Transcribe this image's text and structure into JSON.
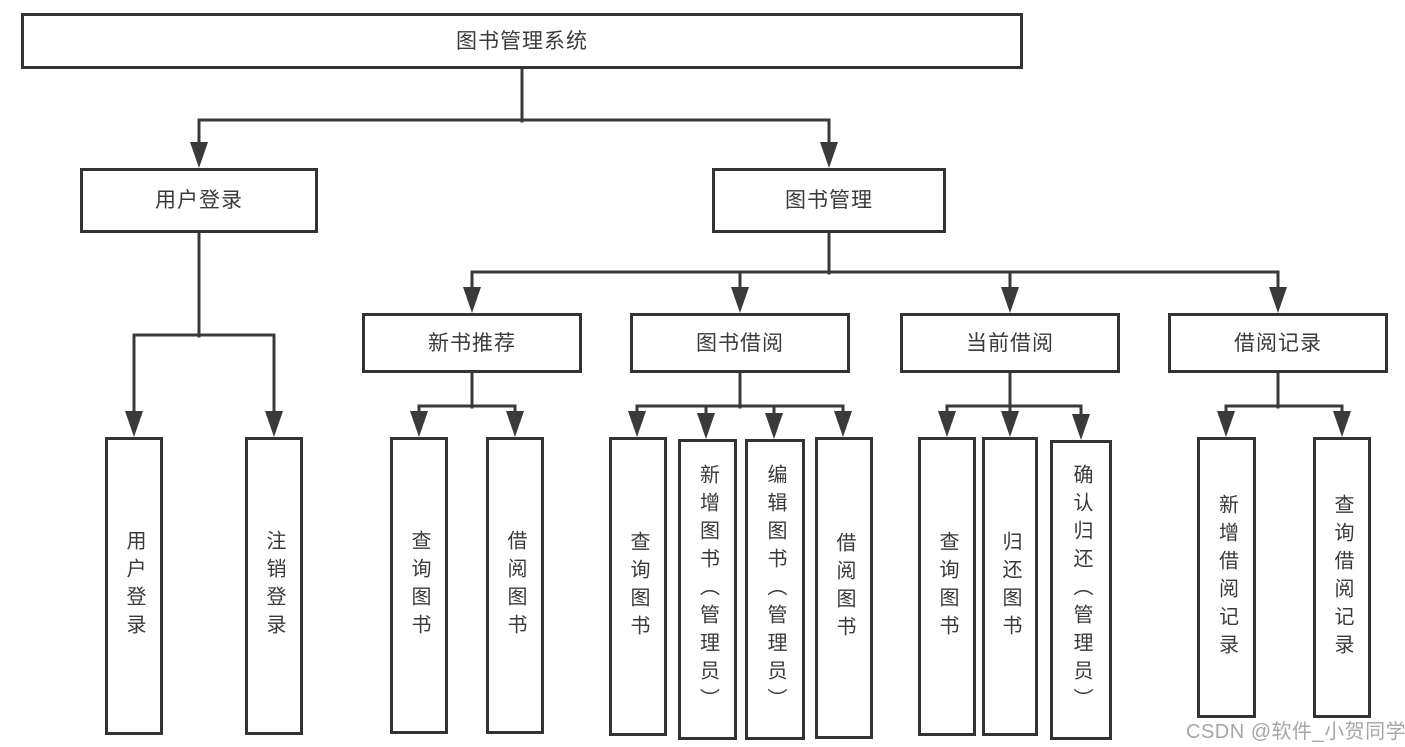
{
  "diagram": {
    "root": {
      "label": "图书管理系统"
    },
    "level2": {
      "user_login": {
        "label": "用户登录"
      },
      "book_management": {
        "label": "图书管理"
      }
    },
    "level3": {
      "new_book_recommend": {
        "label": "新书推荐"
      },
      "book_borrow": {
        "label": "图书借阅"
      },
      "current_borrow": {
        "label": "当前借阅"
      },
      "borrow_records": {
        "label": "借阅记录"
      }
    },
    "leaves": {
      "user_login": [
        "用户登录",
        "注销登录"
      ],
      "new_book_recommend": [
        "查询图书",
        "借阅图书"
      ],
      "book_borrow": [
        "查询图书",
        "新增图书（管理员）",
        "编辑图书（管理员）",
        "借阅图书"
      ],
      "current_borrow": [
        "查询图书",
        "归还图书",
        "确认归还（管理员）"
      ],
      "borrow_records": [
        "新增借阅记录",
        "查询借阅记录"
      ]
    }
  },
  "watermark": {
    "text": "CSDN @软件_小贺同学"
  },
  "colors": {
    "line": "#3a3a3a",
    "box_border": "#333333",
    "text": "#3a3a3a",
    "watermark": "#a6a6a6",
    "background": "#ffffff"
  }
}
